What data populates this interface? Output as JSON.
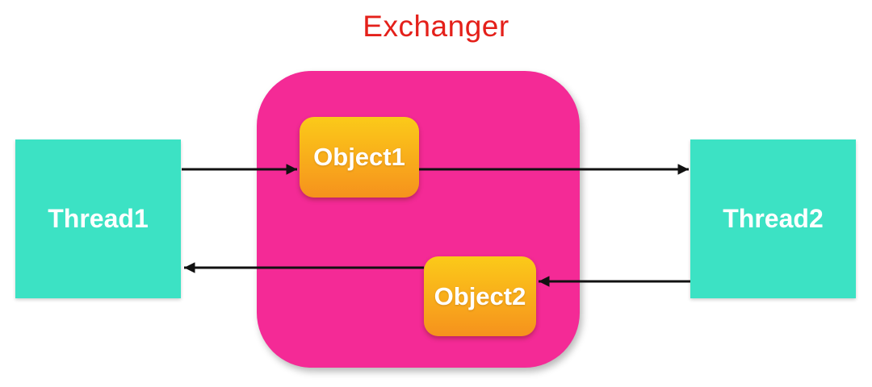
{
  "title": "Exchanger",
  "colors": {
    "background": "#ffffff",
    "title_text": "#e4201a",
    "exchanger_fill": "#f42a96",
    "thread_fill": "#3ce2c4",
    "node_text": "#ffffff",
    "object_grad_top": "#fbca19",
    "object_grad_bottom": "#f6921d",
    "arrow": "#111111"
  },
  "nodes": {
    "exchanger": {
      "label": "Exchanger"
    },
    "thread1": {
      "label": "Thread1"
    },
    "thread2": {
      "label": "Thread2"
    },
    "object1": {
      "label": "Object1"
    },
    "object2": {
      "label": "Object2"
    }
  },
  "edges": [
    {
      "from": "Thread1",
      "to": "Object1",
      "direction": "right"
    },
    {
      "from": "Object1",
      "to": "Thread2",
      "direction": "right"
    },
    {
      "from": "Thread2",
      "to": "Object2",
      "direction": "left"
    },
    {
      "from": "Object2",
      "to": "Thread1",
      "direction": "left"
    }
  ]
}
